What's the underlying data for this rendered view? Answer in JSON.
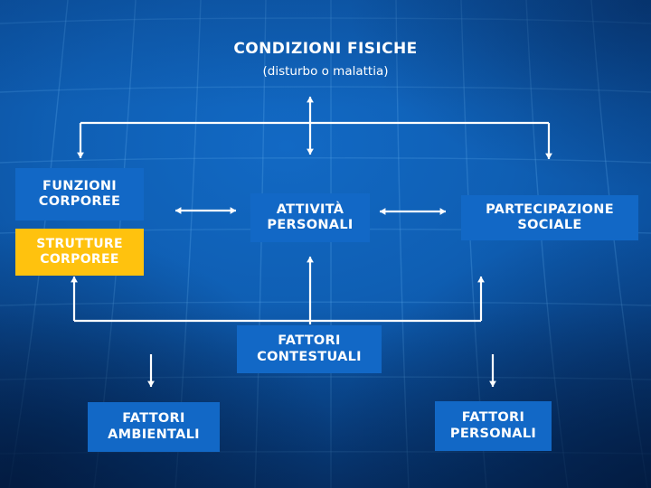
{
  "slide": {
    "title": "CONDIZIONI FISICHE",
    "subtitle": "(disturbo o malattia)",
    "background_color": "#0b4e9b",
    "accent_box_color": "#1268c6",
    "highlight_box_color": "#ffc20e",
    "connector_color": "#ffffff"
  },
  "diagram": {
    "type": "flow-diagram",
    "nodes": [
      {
        "id": "condizioni-fisiche",
        "line1": "CONDIZIONI FISICHE",
        "line2": "(disturbo o malattia)",
        "style": "plain"
      },
      {
        "id": "funzioni-corporee",
        "line1": "FUNZIONI",
        "line2": "CORPOREE",
        "style": "blue"
      },
      {
        "id": "strutture-corporee",
        "line1": "STRUTTURE",
        "line2": "CORPOREE",
        "style": "yellow"
      },
      {
        "id": "attivita-personali",
        "line1": "ATTIVITÀ",
        "line2": "PERSONALI",
        "style": "blue"
      },
      {
        "id": "partecipazione-sociale",
        "line1": "PARTECIPAZIONE",
        "line2": "SOCIALE",
        "style": "blue"
      },
      {
        "id": "fattori-contestuali",
        "line1": "FATTORI",
        "line2": "CONTESTUALI",
        "style": "blue"
      },
      {
        "id": "fattori-ambientali",
        "line1": "FATTORI",
        "line2": "AMBIENTALI",
        "style": "blue"
      },
      {
        "id": "fattori-personali",
        "line1": "FATTORI",
        "line2": "PERSONALI",
        "style": "blue"
      }
    ],
    "edges": [
      {
        "from": "condizioni-fisiche",
        "to": "funzioni-corporee",
        "arrow": "single-down"
      },
      {
        "from": "condizioni-fisiche",
        "to": "attivita-personali",
        "arrow": "double-vertical"
      },
      {
        "from": "condizioni-fisiche",
        "to": "partecipazione-sociale",
        "arrow": "single-down"
      },
      {
        "from": "funzioni-corporee",
        "to": "attivita-personali",
        "arrow": "double-horizontal"
      },
      {
        "from": "attivita-personali",
        "to": "partecipazione-sociale",
        "arrow": "double-horizontal"
      },
      {
        "from": "fattori-contestuali",
        "to": "strutture-corporee",
        "arrow": "single-up"
      },
      {
        "from": "fattori-contestuali",
        "to": "attivita-personali",
        "arrow": "single-up"
      },
      {
        "from": "fattori-contestuali",
        "to": "partecipazione-sociale",
        "arrow": "single-up"
      },
      {
        "from": "fattori-contestuali",
        "to": "fattori-ambientali",
        "arrow": "single-down"
      },
      {
        "from": "fattori-contestuali",
        "to": "fattori-personali",
        "arrow": "single-down"
      }
    ]
  }
}
